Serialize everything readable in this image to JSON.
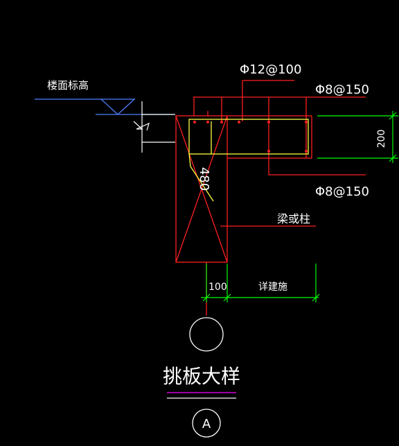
{
  "drawing": {
    "floor_elevation_label": "楼面标高",
    "rebar_top_label": "Φ12@100",
    "rebar_stirrup_label": "Φ8@150",
    "rebar_bottom_label": "Φ8@150",
    "slab_thickness_dim": "200",
    "beam_depth_dim": "480",
    "beam_or_column_label": "梁或柱",
    "offset_dim": "100",
    "see_architecture_label": "详建施",
    "detail_title": "挑板大样",
    "section_mark": "A"
  },
  "colors": {
    "background": "#000000",
    "concrete_outline": "#ff2020",
    "rebar": "#ffff40",
    "dimension": "#00ff00",
    "text": "#ffffff",
    "elevation_line": "#4f7fff",
    "title_underline": "#ff00ff"
  }
}
